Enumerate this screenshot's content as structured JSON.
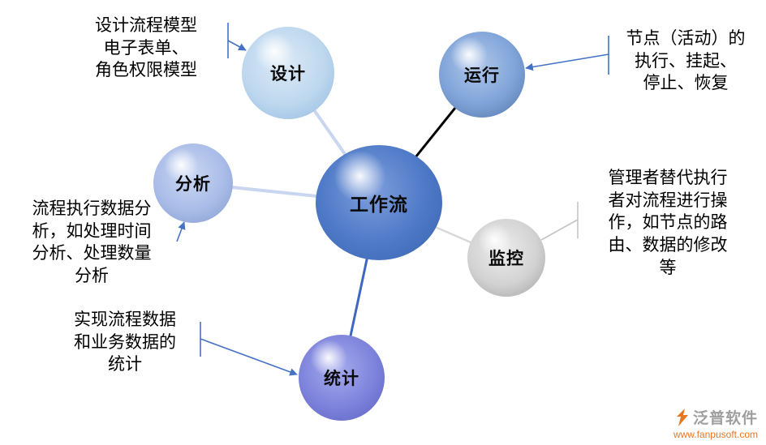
{
  "diagram": {
    "center": {
      "label": "工作流",
      "colors": {
        "light": "#7E9EDB",
        "base": "#4D79C7",
        "dark": "#3A62AC"
      }
    },
    "nodes": [
      {
        "id": "design",
        "label": "设计",
        "note": "设计流程模型\n电子表单、\n角色权限模型",
        "colors": {
          "light": "#DDEAF7",
          "base": "#BDD7EE",
          "dark": "#8FB8E0"
        }
      },
      {
        "id": "run",
        "label": "运行",
        "note": "节点（活动）的\n执行、挂起、\n停止、恢复",
        "colors": {
          "light": "#AFC7EA",
          "base": "#7FA3D8",
          "dark": "#4F6FA5"
        }
      },
      {
        "id": "analysis",
        "label": "分析",
        "note": "流程执行数据分\n析，如处理时间\n分析、处理数量\n分析",
        "colors": {
          "light": "#CBD8F2",
          "base": "#A9BCE8",
          "dark": "#8099CE"
        }
      },
      {
        "id": "monitor",
        "label": "监控",
        "note": "管理者替代执行\n者对流程进行操\n作，如节点的路\n由、数据的修改\n等",
        "colors": {
          "light": "#EDEDED",
          "base": "#D2D2D2",
          "dark": "#9E9E9E"
        }
      },
      {
        "id": "stats",
        "label": "统计",
        "note": "实现流程数据\n和业务数据的\n统计",
        "colors": {
          "light": "#A6ABEE",
          "base": "#7D82DB",
          "dark": "#585FBE"
        }
      }
    ],
    "line_colors": {
      "callout": "#4472C4",
      "callout_gray": "#C4C4C4",
      "hub_light": "#C9D6F0",
      "hub_black": "#000000",
      "hub_gray": "#D9D9D9",
      "hub_blue": "#3E68C0"
    }
  },
  "watermark": {
    "brand": "泛普软件",
    "url": "www.fanpusoft.com",
    "colors": {
      "brand": "#9E9E9E",
      "accent": "#E87722"
    }
  }
}
